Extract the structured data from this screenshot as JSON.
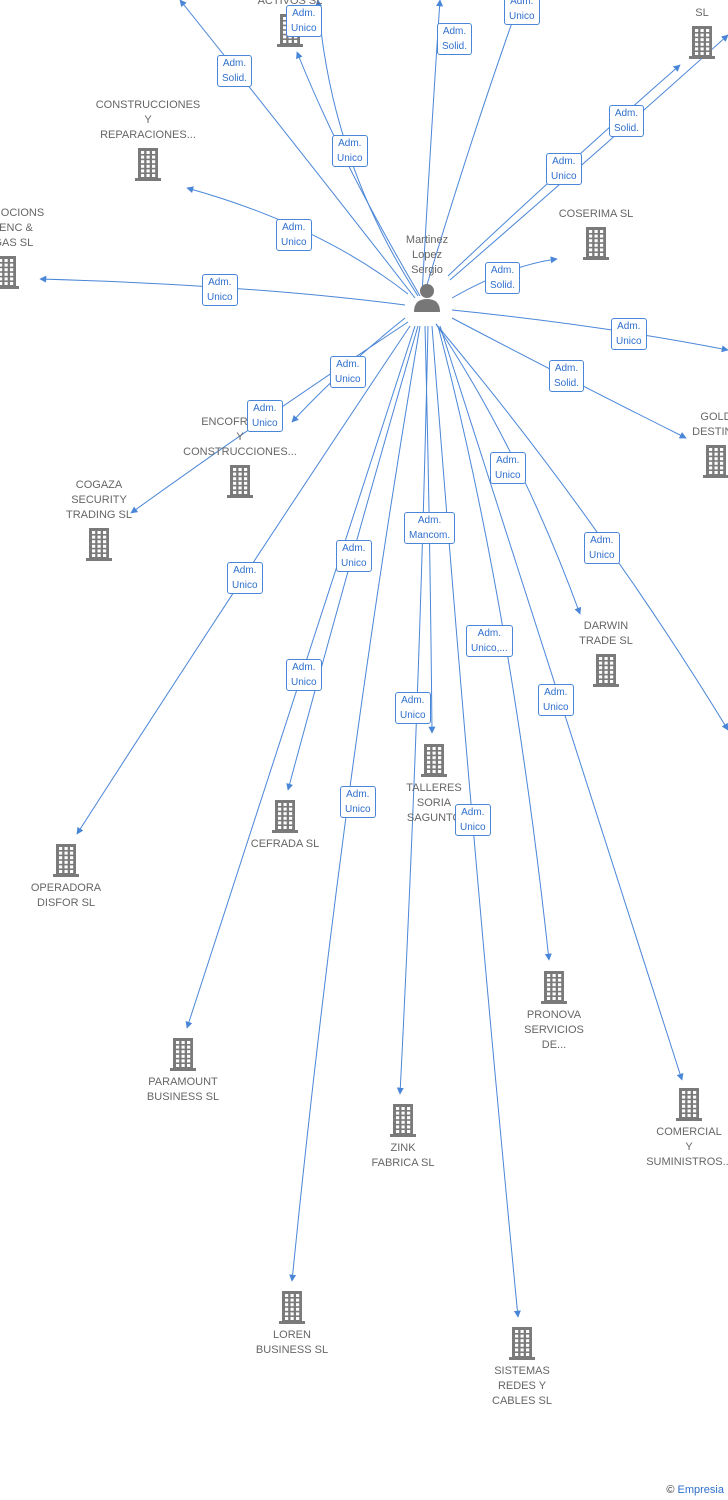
{
  "colors": {
    "edge": "#4a86d8",
    "building": "#7a7a7a",
    "text": "#666666",
    "badge_text": "#2f6fcc"
  },
  "center": {
    "id": "p",
    "lines": [
      "Martinez",
      "Lopez",
      "Sergio"
    ],
    "icon": "person-icon"
  },
  "companies": [
    {
      "id": "c1",
      "lines": [
        "ACTIVOS SL"
      ]
    },
    {
      "id": "c2",
      "lines": [
        "SL"
      ]
    },
    {
      "id": "c3",
      "lines": [
        "CONSTRUCCIONES",
        "Y",
        "REPARACIONES..."
      ]
    },
    {
      "id": "c4",
      "lines": [
        "COSERIMA SL"
      ]
    },
    {
      "id": "c5",
      "lines": [
        "PROMOCIONS",
        "VALENC &",
        "VEGAS SL"
      ]
    },
    {
      "id": "c6",
      "lines": [
        "GOLD",
        "DESTINY"
      ]
    },
    {
      "id": "c7",
      "lines": [
        "ENCOFRADOS",
        "Y",
        "CONSTRUCCIONES..."
      ]
    },
    {
      "id": "c8",
      "lines": [
        "COGAZA",
        "SECURITY",
        "TRADING SL"
      ]
    },
    {
      "id": "c9",
      "lines": [
        "DARWIN",
        "TRADE SL"
      ]
    },
    {
      "id": "c10",
      "lines": [
        "TALLERES",
        "SORIA",
        "SAGUNTO"
      ]
    },
    {
      "id": "c11",
      "lines": [
        "CEFRADA SL"
      ]
    },
    {
      "id": "c12",
      "lines": [
        "OPERADORA",
        "DISFOR SL"
      ]
    },
    {
      "id": "c13",
      "lines": [
        "PRONOVA",
        "SERVICIOS",
        "DE..."
      ]
    },
    {
      "id": "c14",
      "lines": [
        "PARAMOUNT",
        "BUSINESS SL"
      ]
    },
    {
      "id": "c15",
      "lines": [
        "ZINK",
        "FABRICA SL"
      ]
    },
    {
      "id": "c16",
      "lines": [
        "COMERCIAL",
        "Y",
        "SUMINISTROS..."
      ]
    },
    {
      "id": "c17",
      "lines": [
        "LOREN",
        "BUSINESS SL"
      ]
    },
    {
      "id": "c18",
      "lines": [
        "SISTEMAS",
        "REDES Y",
        "CABLES SL"
      ]
    }
  ],
  "relations": [
    {
      "id": "r1",
      "lines": [
        "Adm.",
        "Solid."
      ]
    },
    {
      "id": "r2",
      "lines": [
        "Adm.",
        "Unico"
      ]
    },
    {
      "id": "r3",
      "lines": [
        "Adm.",
        "Unico"
      ]
    },
    {
      "id": "r4",
      "lines": [
        "Adm.",
        "Solid."
      ]
    },
    {
      "id": "r5",
      "lines": [
        "Adm.",
        "Unico"
      ]
    },
    {
      "id": "r6",
      "lines": [
        "Adm.",
        "Solid."
      ]
    },
    {
      "id": "r7",
      "lines": [
        "Adm.",
        "Unico"
      ]
    },
    {
      "id": "r8",
      "lines": [
        "Adm.",
        "Unico"
      ]
    },
    {
      "id": "r9",
      "lines": [
        "Adm.",
        "Solid."
      ]
    },
    {
      "id": "r10",
      "lines": [
        "Adm.",
        "Unico"
      ]
    },
    {
      "id": "r11",
      "lines": [
        "Adm.",
        "Unico"
      ]
    },
    {
      "id": "r12",
      "lines": [
        "Adm.",
        "Unico"
      ]
    },
    {
      "id": "r13",
      "lines": [
        "Adm.",
        "Solid."
      ]
    },
    {
      "id": "r14",
      "lines": [
        "Adm.",
        "Unico"
      ]
    },
    {
      "id": "r15",
      "lines": [
        "Adm.",
        "Unico"
      ]
    },
    {
      "id": "r16",
      "lines": [
        "Adm.",
        "Unico"
      ]
    },
    {
      "id": "r17",
      "lines": [
        "Adm.",
        "Mancom."
      ]
    },
    {
      "id": "r18",
      "lines": [
        "Adm.",
        "Unico"
      ]
    },
    {
      "id": "r19",
      "lines": [
        "Adm.",
        "Unico"
      ]
    },
    {
      "id": "r20",
      "lines": [
        "Adm.",
        "Unico"
      ]
    },
    {
      "id": "r21",
      "lines": [
        "Adm.",
        "Unico,..."
      ]
    },
    {
      "id": "r22",
      "lines": [
        "Adm.",
        "Unico"
      ]
    },
    {
      "id": "r23",
      "lines": [
        "Adm.",
        "Unico"
      ]
    },
    {
      "id": "r24",
      "lines": [
        "Adm.",
        "Unico"
      ]
    },
    {
      "id": "r25",
      "lines": [
        "Adm.",
        "Unico"
      ]
    },
    {
      "id": "r26",
      "lines": [
        "Adm.",
        "Unico"
      ]
    }
  ],
  "footer": {
    "copyright": "©",
    "brand": "Empresia"
  }
}
